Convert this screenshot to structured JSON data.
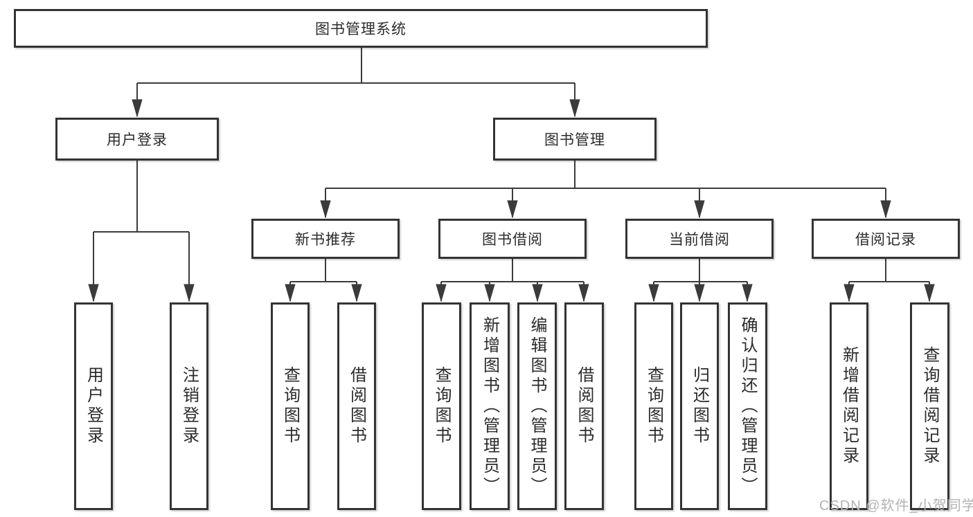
{
  "diagram": {
    "tree": {
      "label": "图书管理系统",
      "children": [
        {
          "label": "用户登录",
          "children": [
            {
              "label": "用户登录"
            },
            {
              "label": "注销登录"
            }
          ]
        },
        {
          "label": "图书管理",
          "children": [
            {
              "label": "新书推荐",
              "children": [
                {
                  "label": "查询图书"
                },
                {
                  "label": "借阅图书"
                }
              ]
            },
            {
              "label": "图书借阅",
              "children": [
                {
                  "label": "查询图书"
                },
                {
                  "label": "新增图书（管理员）"
                },
                {
                  "label": "编辑图书（管理员）"
                },
                {
                  "label": "借阅图书"
                }
              ]
            },
            {
              "label": "当前借阅",
              "children": [
                {
                  "label": "查询图书"
                },
                {
                  "label": "归还图书"
                },
                {
                  "label": "确认归还（管理员）"
                }
              ]
            },
            {
              "label": "借阅记录",
              "children": [
                {
                  "label": "新增借阅记录"
                },
                {
                  "label": "查询借阅记录"
                }
              ]
            }
          ]
        }
      ]
    },
    "watermark": "CSDN @软件_小贺同学",
    "colors": {
      "line": "#3b3b3b",
      "box_border": "#333333",
      "text": "#2b2b2b",
      "watermark": "#b3b3b3",
      "background": "#ffffff"
    }
  }
}
